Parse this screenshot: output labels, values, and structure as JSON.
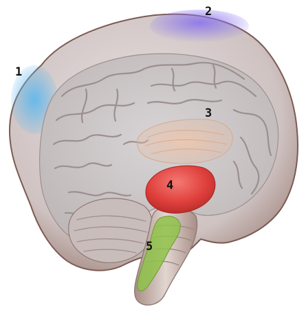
{
  "regions": [
    {
      "id": "region-1",
      "label": "1",
      "color": "#5aaee0"
    },
    {
      "id": "region-2",
      "label": "2",
      "color": "#8c78e6"
    },
    {
      "id": "region-3",
      "label": "3",
      "color": "#e2b79c"
    },
    {
      "id": "region-4",
      "label": "4",
      "color": "#e0403c"
    },
    {
      "id": "region-5",
      "label": "5",
      "color": "#8fc24a"
    }
  ],
  "colors": {
    "cortex_fill": "#d7cfcf",
    "cortex_shadow": "#8a6a62",
    "medial_surface": "#cdc8c9",
    "gyri_stroke": "#9b8f8f",
    "brainstem": "#cbb8b0",
    "background": "#ffffff"
  }
}
